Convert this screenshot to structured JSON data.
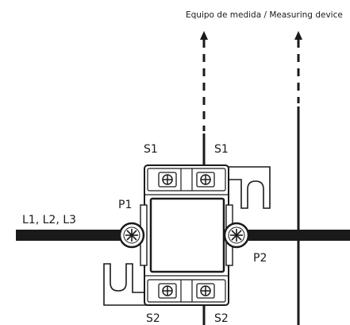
{
  "diagram": {
    "header_label": "Equipo de medida / Measuring device",
    "line_label": "L1, L2, L3",
    "terminals": {
      "s1_left": "S1",
      "s1_right": "S1",
      "s2_left": "S2",
      "s2_right": "S2",
      "p1": "P1",
      "p2": "P2"
    }
  },
  "colors": {
    "stroke": "#1a1a1a",
    "fill": "#ffffff"
  }
}
